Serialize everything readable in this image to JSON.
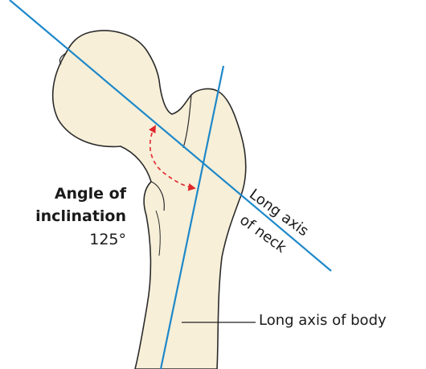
{
  "angle_label": {
    "line1": "Angle of",
    "line2": "inclination",
    "value": "125°"
  },
  "neck_axis_label": {
    "line1": "Long axis",
    "line2": "of neck"
  },
  "body_axis_label": "Long axis of body",
  "colors": {
    "bone_fill": "#f7efd8",
    "bone_outline": "#2b2b2b",
    "axis_line": "#1e88c9",
    "angle_arrow": "#e0262c",
    "leader_line": "#222222"
  }
}
